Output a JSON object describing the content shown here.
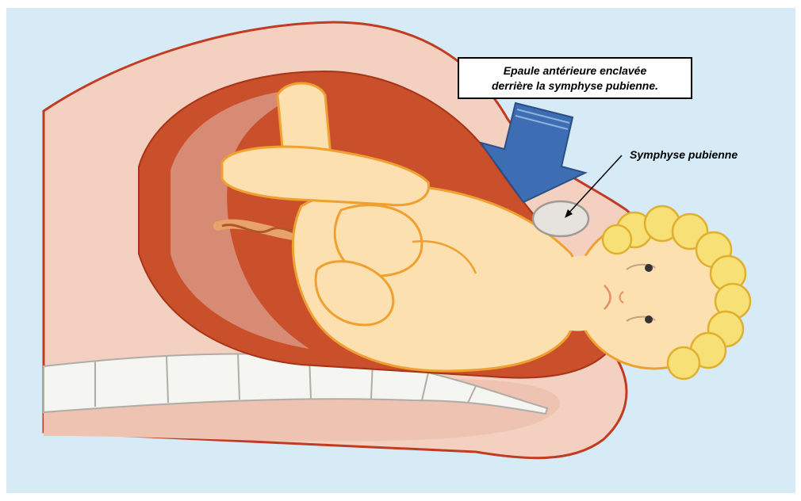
{
  "figure": {
    "callout": {
      "line1": "Epaule antérieure enclavée",
      "line2": "derrière la symphyse pubienne."
    },
    "symphysis_label": "Symphyse pubienne"
  },
  "colors": {
    "background": "#d7ebf7",
    "outer_tissue": "#f3d0c0",
    "outline": "#c23b22",
    "uterus_wall": "#c9502b",
    "amniotic_inner": "#d88b74",
    "baby_skin": "#fde0b0",
    "baby_outline": "#f0a030",
    "hair": "#f7e075",
    "arrow_blue": "#3d6eb4",
    "bone_gray": "#e6e3df",
    "spine_white": "#f5f5f2"
  },
  "icons": {
    "arrow": "arrow-down-icon",
    "pointer": "pointer-line-icon"
  }
}
